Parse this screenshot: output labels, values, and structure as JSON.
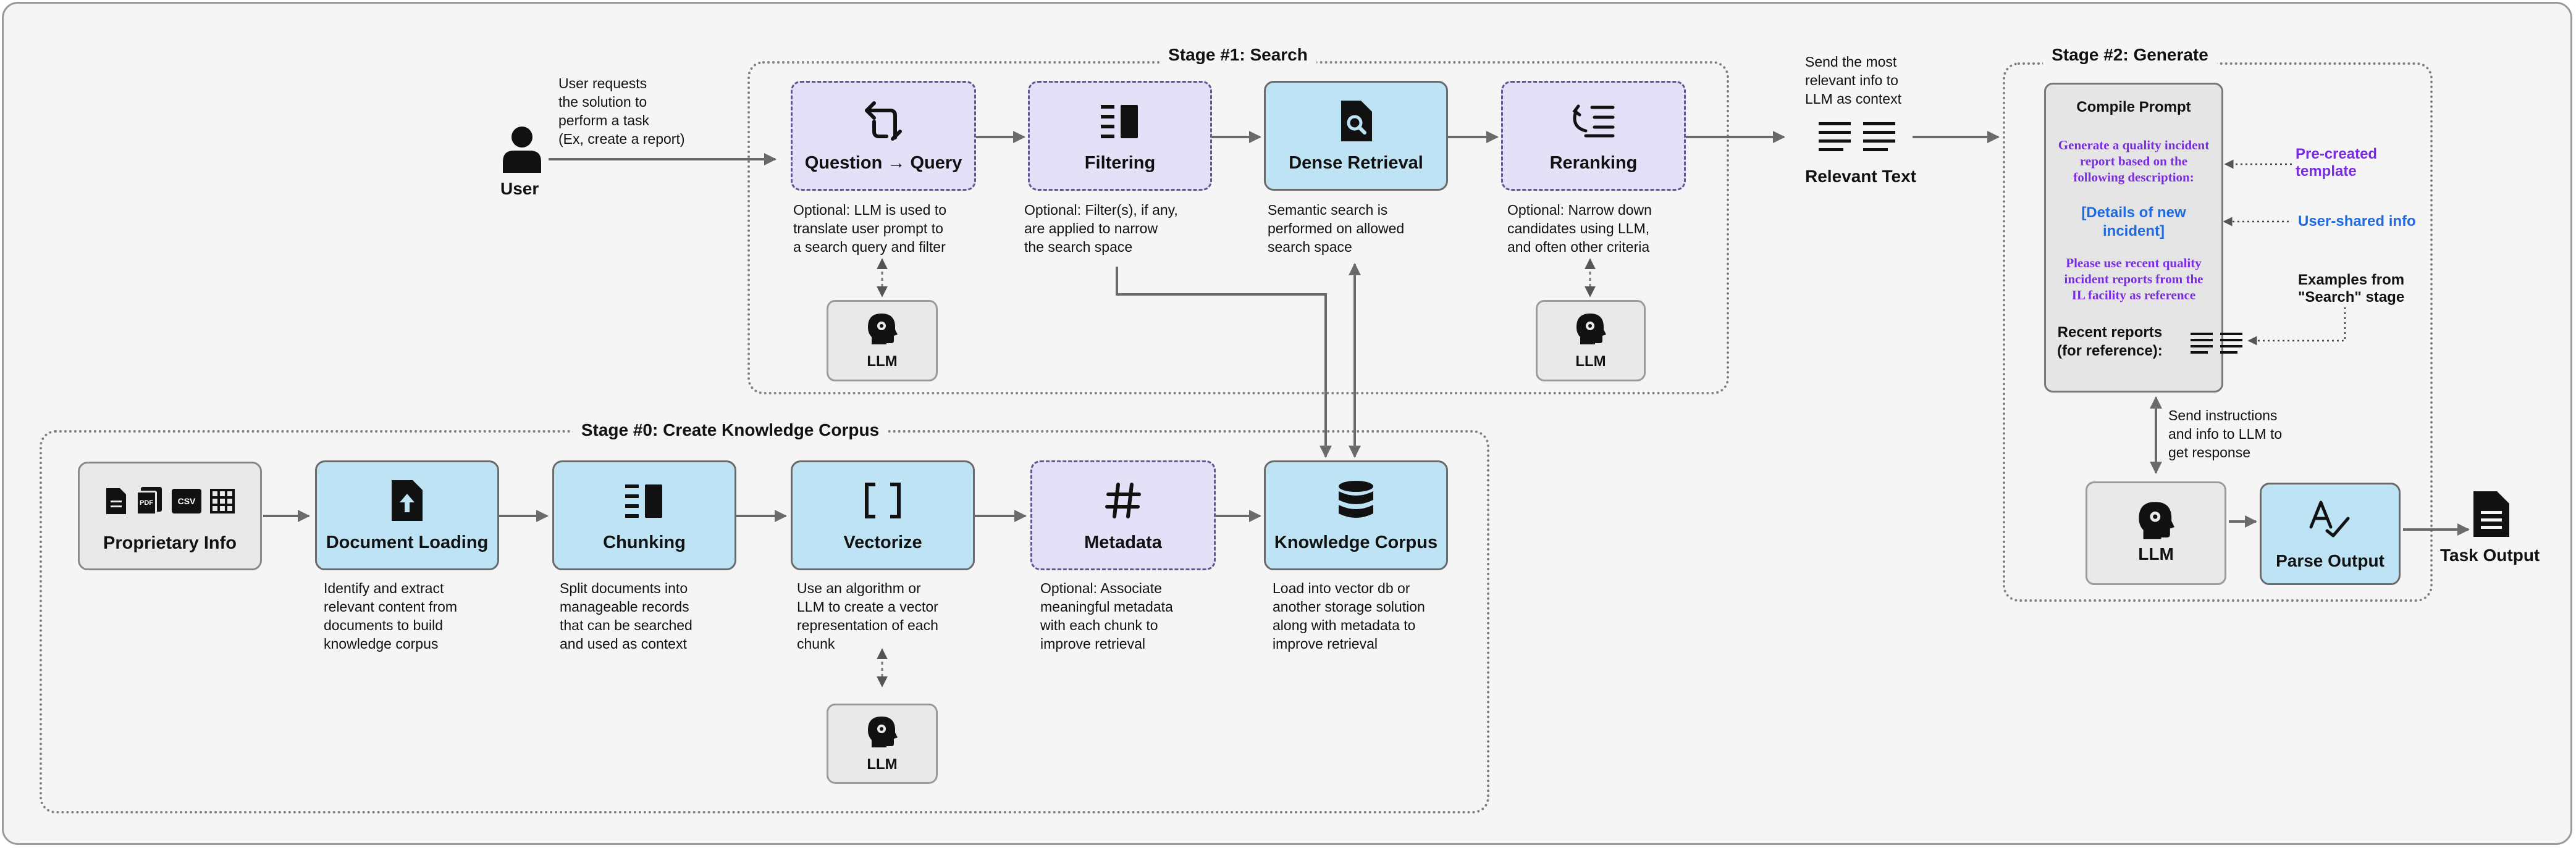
{
  "stages": {
    "search": "Stage #1: Search",
    "corpus": "Stage #0: Create Knowledge Corpus",
    "generate": "Stage #2: Generate"
  },
  "user": {
    "label": "User",
    "note": "User requests\nthe solution to\nperform a task\n(Ex, create a report)"
  },
  "search_steps": [
    {
      "label": "Question → Query",
      "desc": "Optional: LLM is used to\ntranslate user prompt to\na search query and filter"
    },
    {
      "label": "Filtering",
      "desc": "Optional: Filter(s), if any,\nare applied to narrow\nthe search space"
    },
    {
      "label": "Dense Retrieval",
      "desc": "Semantic search is\nperformed on allowed\nsearch space"
    },
    {
      "label": "Reranking",
      "desc": "Optional: Narrow down\ncandidates using LLM,\nand often other criteria"
    }
  ],
  "corpus_steps": [
    {
      "label": "Proprietary Info",
      "desc": ""
    },
    {
      "label": "Document Loading",
      "desc": "Identify and extract\nrelevant content from\ndocuments to build\nknowledge corpus"
    },
    {
      "label": "Chunking",
      "desc": "Split documents into\nmanageable records\nthat can be searched\nand used as context"
    },
    {
      "label": "Vectorize",
      "desc": "Use an algorithm or\nLLM to create a vector\nrepresentation of each\nchunk"
    },
    {
      "label": "Metadata",
      "desc": "Optional: Associate\nmeaningful metadata\nwith each chunk to\nimprove retrieval"
    },
    {
      "label": "Knowledge Corpus",
      "desc": "Load into vector db or\nanother storage solution\nalong with metadata to\nimprove retrieval"
    }
  ],
  "proprietary_file_icons": [
    "PDF",
    "CSV"
  ],
  "llm_label": "LLM",
  "relevant_text": {
    "label": "Relevant Text",
    "note": "Send the most\nrelevant info to\nLLM as context"
  },
  "generate": {
    "compile_title": "Compile Prompt",
    "template_text_1": "Generate a quality incident\nreport based on the\nfollowing description:",
    "details_text": "[Details of new\nincident]",
    "template_text_2": "Please use recent quality\nincident reports from the\nIL facility as reference",
    "recent_reports": "Recent reports\n(for reference):",
    "precreated_note": "Pre-created\ntemplate",
    "usershared_note": "User-shared info",
    "examples_note": "Examples from\n\"Search\" stage",
    "send_note": "Send instructions\nand info to LLM to\nget response",
    "llm_label": "LLM",
    "parse_label": "Parse Output",
    "task_output": "Task Output"
  },
  "colors": {
    "blue_box": "#bde3f4",
    "purple_box": "#e4e0f8",
    "gray_box": "#e9e9e9",
    "template_purple": "#7a2ce0",
    "user_blue": "#1f6ae0"
  }
}
